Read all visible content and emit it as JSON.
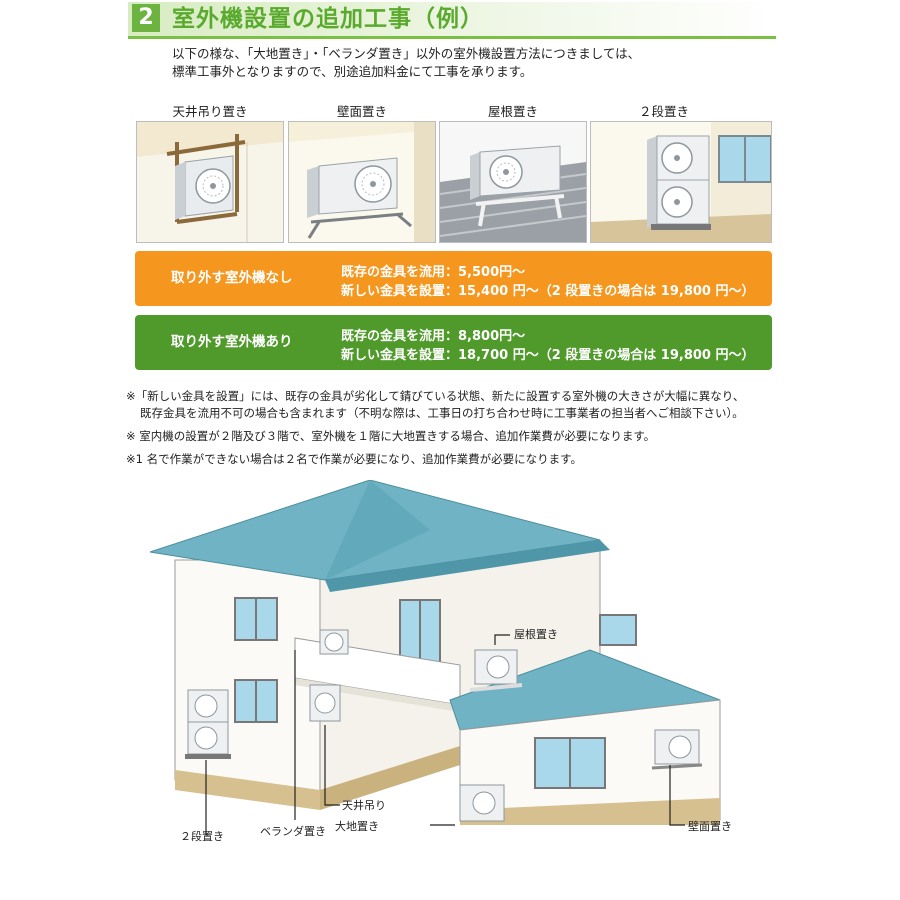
{
  "header": {
    "number": "2",
    "title": "室外機設置の追加工事（例）"
  },
  "intro": {
    "line1": "以下の様な、「大地置き」・「ベランダ置き」以外の室外機設置方法につきましては、",
    "line2": "標準工事外となりますので、別途追加料金にて工事を承ります。"
  },
  "methods": [
    {
      "label": "天井吊り置き"
    },
    {
      "label": "壁面置き"
    },
    {
      "label": "屋根置き"
    },
    {
      "label": "２段置き"
    }
  ],
  "prices": {
    "without_removal": {
      "heading": "取り外す室外機なし",
      "existing": "既存の金具を流用：5,500円～",
      "new": "新しい金具を設置：15,400 円～（2 段置きの場合は 19,800 円～）"
    },
    "with_removal": {
      "heading": "取り外す室外機あり",
      "existing": "既存の金具を流用：8,800円～",
      "new": "新しい金具を設置：18,700 円～（2 段置きの場合は 19,800 円～）"
    }
  },
  "notes": {
    "note1_a": "※「新しい金具を設置」には、既存の金具が劣化して錆びている状態、新たに設置する室外機の大きさが大幅に異なり、",
    "note1_b": "既存金具を流用不可の場合も含まれます（不明な際は、工事日の打ち合わせ時に工事業者の担当者へご相談下さい）。",
    "note2": "※ 室内機の設置が２階及び３階で、室外機を１階に大地置きする場合、追加作業費が必要になります。",
    "note3": "※1 名で作業ができない場合は２名で作業が必要になり、追加作業費が必要になります。"
  },
  "house_labels": {
    "roof": "屋根置き",
    "ceiling": "天井吊り",
    "ground": "大地置き",
    "veranda": "ベランダ置き",
    "two_tier": "２段置き",
    "wall": "壁面置き"
  },
  "colors": {
    "accent_green": "#6cb33f",
    "orange_bar": "#f5961e",
    "green_bar": "#4f9a2b",
    "roof_blue": "#6fb3c4"
  }
}
